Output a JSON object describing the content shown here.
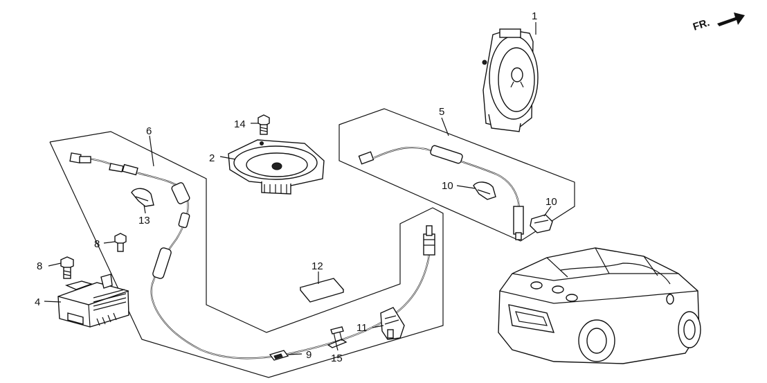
{
  "orientation": {
    "label": "FR.",
    "arrow_icon": "front-direction-arrow-icon"
  },
  "callouts": [
    {
      "id": "c1",
      "text": "1"
    },
    {
      "id": "c2",
      "text": "2"
    },
    {
      "id": "c4",
      "text": "4"
    },
    {
      "id": "c5",
      "text": "5"
    },
    {
      "id": "c6",
      "text": "6"
    },
    {
      "id": "c8a",
      "text": "8"
    },
    {
      "id": "c8b",
      "text": "8"
    },
    {
      "id": "c9",
      "text": "9"
    },
    {
      "id": "c10a",
      "text": "10"
    },
    {
      "id": "c10b",
      "text": "10"
    },
    {
      "id": "c11",
      "text": "11"
    },
    {
      "id": "c12",
      "text": "12"
    },
    {
      "id": "c13",
      "text": "13"
    },
    {
      "id": "c14",
      "text": "14"
    },
    {
      "id": "c15",
      "text": "15"
    }
  ]
}
